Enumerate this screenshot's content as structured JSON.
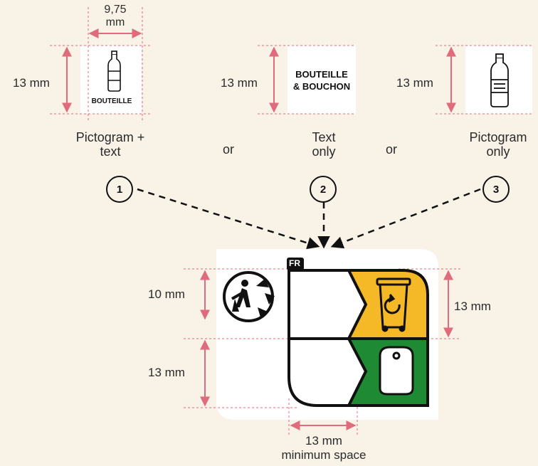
{
  "measures": {
    "width_975": "9,75\nmm",
    "h13_opt1": "13 mm",
    "h13_opt2": "13 mm",
    "h13_opt3": "13 mm",
    "h10_triman": "10 mm",
    "h13_lower": "13 mm",
    "h13_right": "13 mm",
    "space_13": "13 mm",
    "space_caption": "minimum space"
  },
  "options": [
    {
      "number": "1",
      "caption": "Pictogram +\ntext",
      "box_text": "BOUTEILLE"
    },
    {
      "number": "2",
      "caption": "Text\nonly",
      "box_text": "BOUTEILLE\n& BOUCHON"
    },
    {
      "number": "3",
      "caption": "Pictogram\nonly"
    }
  ],
  "connectors": {
    "or_1": "or",
    "or_2": "or"
  },
  "label_badge": "FR",
  "colors": {
    "background": "#f8f2e7",
    "dimension_line": "#e06b7d",
    "yellow_bin": "#f5b826",
    "green_bin": "#1f8a34",
    "outline": "#111111"
  },
  "icons": [
    "bottle-icon",
    "triman-icon",
    "yellow-bin-icon",
    "glass-bin-icon",
    "arrow-icon"
  ]
}
